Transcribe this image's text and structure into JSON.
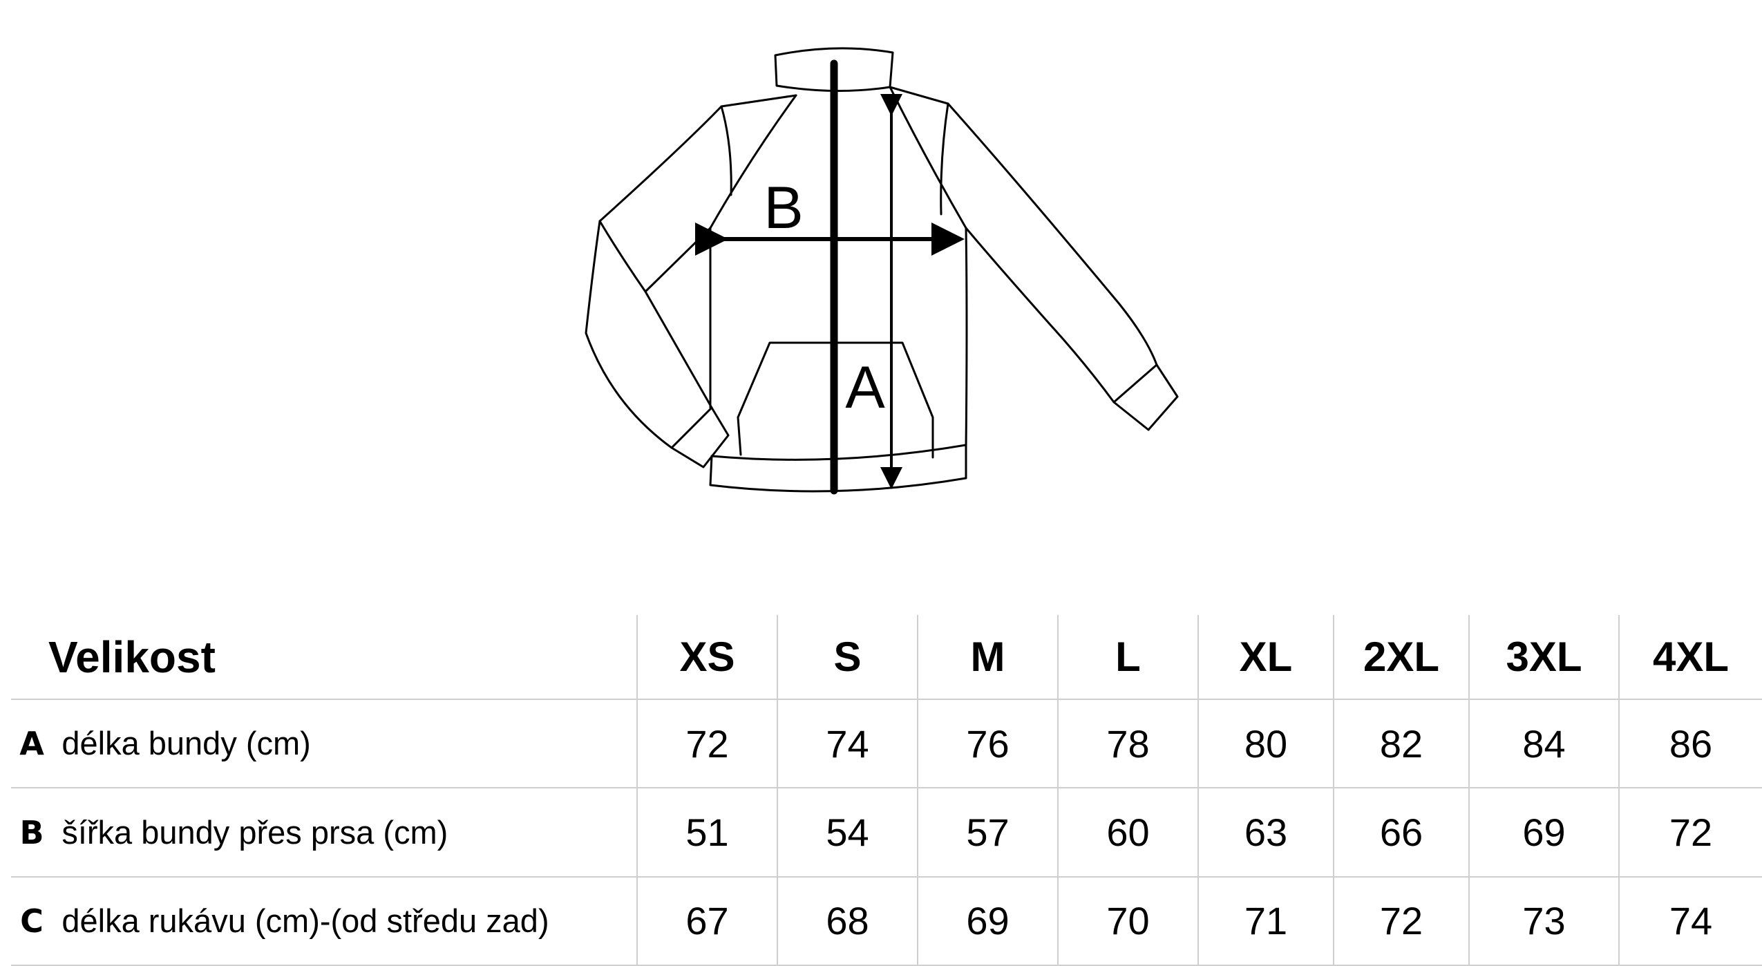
{
  "diagram": {
    "label_a": "A",
    "label_b": "B"
  },
  "table": {
    "title": "Velikost",
    "sizes": [
      "XS",
      "S",
      "M",
      "L",
      "XL",
      "2XL",
      "3XL",
      "4XL"
    ],
    "rows": [
      {
        "letter": "A",
        "label": "délka bundy (cm)",
        "values": [
          "72",
          "74",
          "76",
          "78",
          "80",
          "82",
          "84",
          "86"
        ]
      },
      {
        "letter": "B",
        "label": "šířka bundy přes prsa (cm)",
        "values": [
          "51",
          "54",
          "57",
          "60",
          "63",
          "66",
          "69",
          "72"
        ]
      },
      {
        "letter": "C",
        "label": "délka rukávu (cm)-(od středu zad)",
        "values": [
          "67",
          "68",
          "69",
          "70",
          "71",
          "72",
          "73",
          "74"
        ]
      }
    ]
  }
}
